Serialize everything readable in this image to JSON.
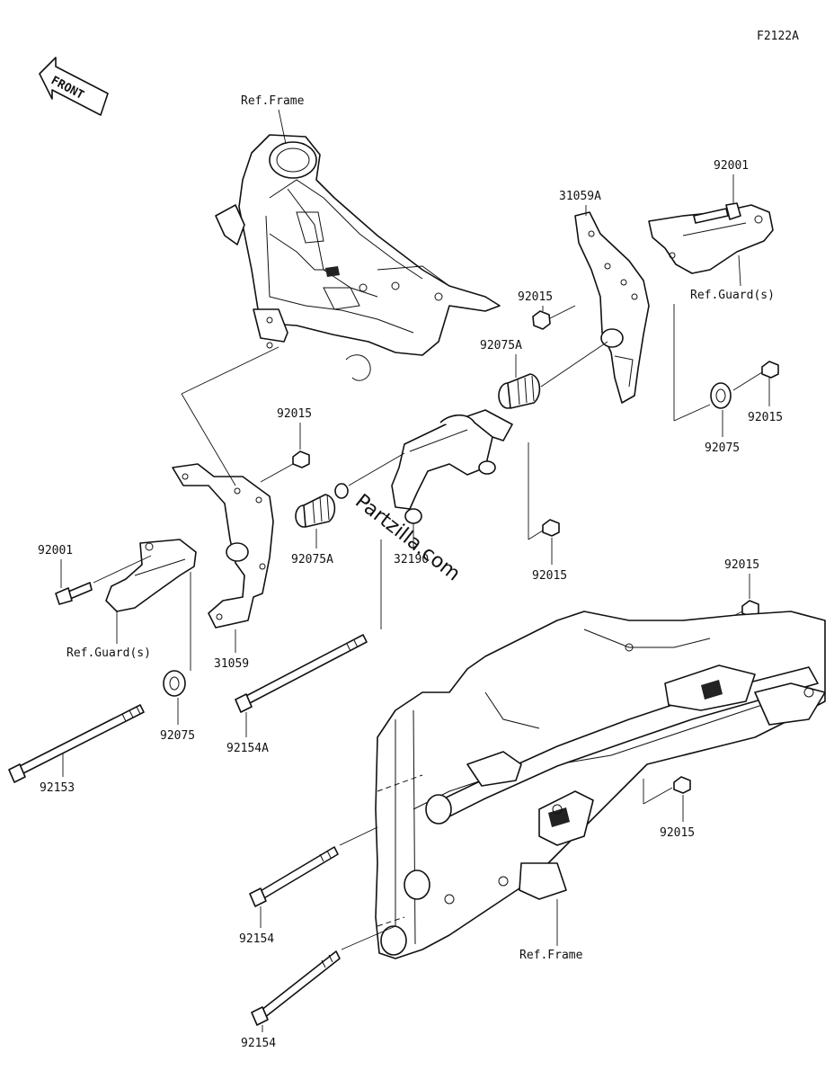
{
  "diagram_code": "F2122A",
  "front_indicator": "FRONT",
  "watermark": "Partzilla.com",
  "labels": {
    "ref_frame_top": "Ref.Frame",
    "ref_frame_bottom": "Ref.Frame",
    "ref_guard_right": "Ref.Guard(s)",
    "ref_guard_left": "Ref.Guard(s)",
    "p92001_right": "92001",
    "p92001_left": "92001",
    "p31059A": "31059A",
    "p31059": "31059",
    "p92015_a": "92015",
    "p92015_b": "92015",
    "p92015_c": "92015",
    "p92015_d": "92015",
    "p92015_e": "92015",
    "p92015_f": "92015",
    "p92075A_top": "92075A",
    "p92075A_mid": "92075A",
    "p92075_right": "92075",
    "p92075_left": "92075",
    "p32190": "32190",
    "p92153": "92153",
    "p92154A": "92154A",
    "p92154_a": "92154",
    "p92154_b": "92154"
  }
}
